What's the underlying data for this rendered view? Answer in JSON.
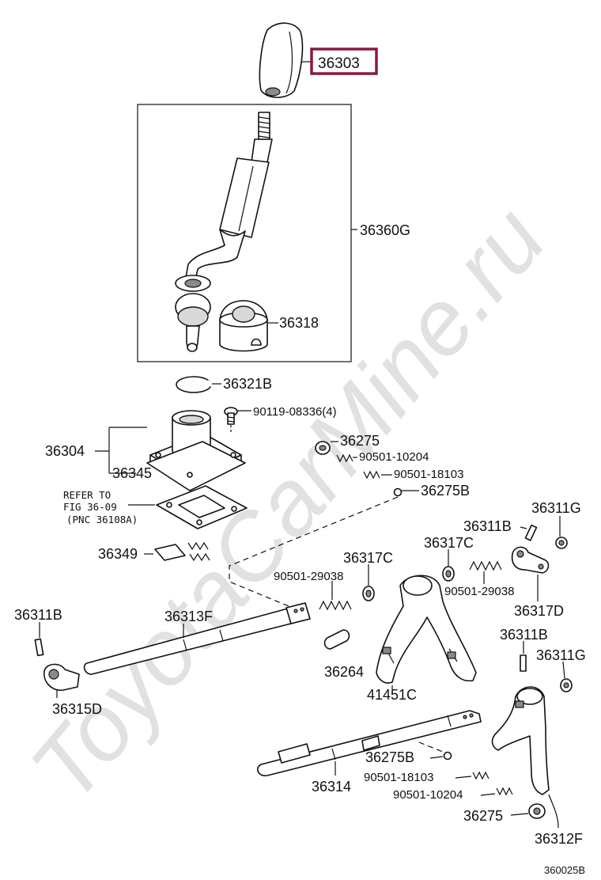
{
  "watermark": "ToyotaCarMine.ru",
  "diagram_code": "360025B",
  "highlight_color": "#8b1a3a",
  "refer_note": {
    "line1": "REFER TO",
    "line2": "FIG 36-09",
    "line3": "(PNC 36108A)"
  },
  "parts": {
    "p36303": "36303",
    "p36360G": "36360G",
    "p36318": "36318",
    "p36321B": "36321B",
    "p90119": "90119-08336(4)",
    "p36304": "36304",
    "p36345": "36345",
    "p36275_top": "36275",
    "p90501_10204_top": "90501-10204",
    "p90501_18103_top": "90501-18103",
    "p36275B_top": "36275B",
    "p36311G_top": "36311G",
    "p36311B_top": "36311B",
    "p36317C_right": "36317C",
    "p36349": "36349",
    "p36317C_left": "36317C",
    "p90501_29038_left": "90501-29038",
    "p90501_29038_right": "90501-29038",
    "p36317D": "36317D",
    "p36311B_left": "36311B",
    "p36313F": "36313F",
    "p36311B_mid": "36311B",
    "p36311G_mid": "36311G",
    "p36264": "36264",
    "p36315D": "36315D",
    "p41451C": "41451C",
    "p36275B_bot": "36275B",
    "p36314": "36314",
    "p90501_18103_bot": "90501-18103",
    "p90501_10204_bot": "90501-10204",
    "p36275_bot": "36275",
    "p36312F": "36312F"
  }
}
